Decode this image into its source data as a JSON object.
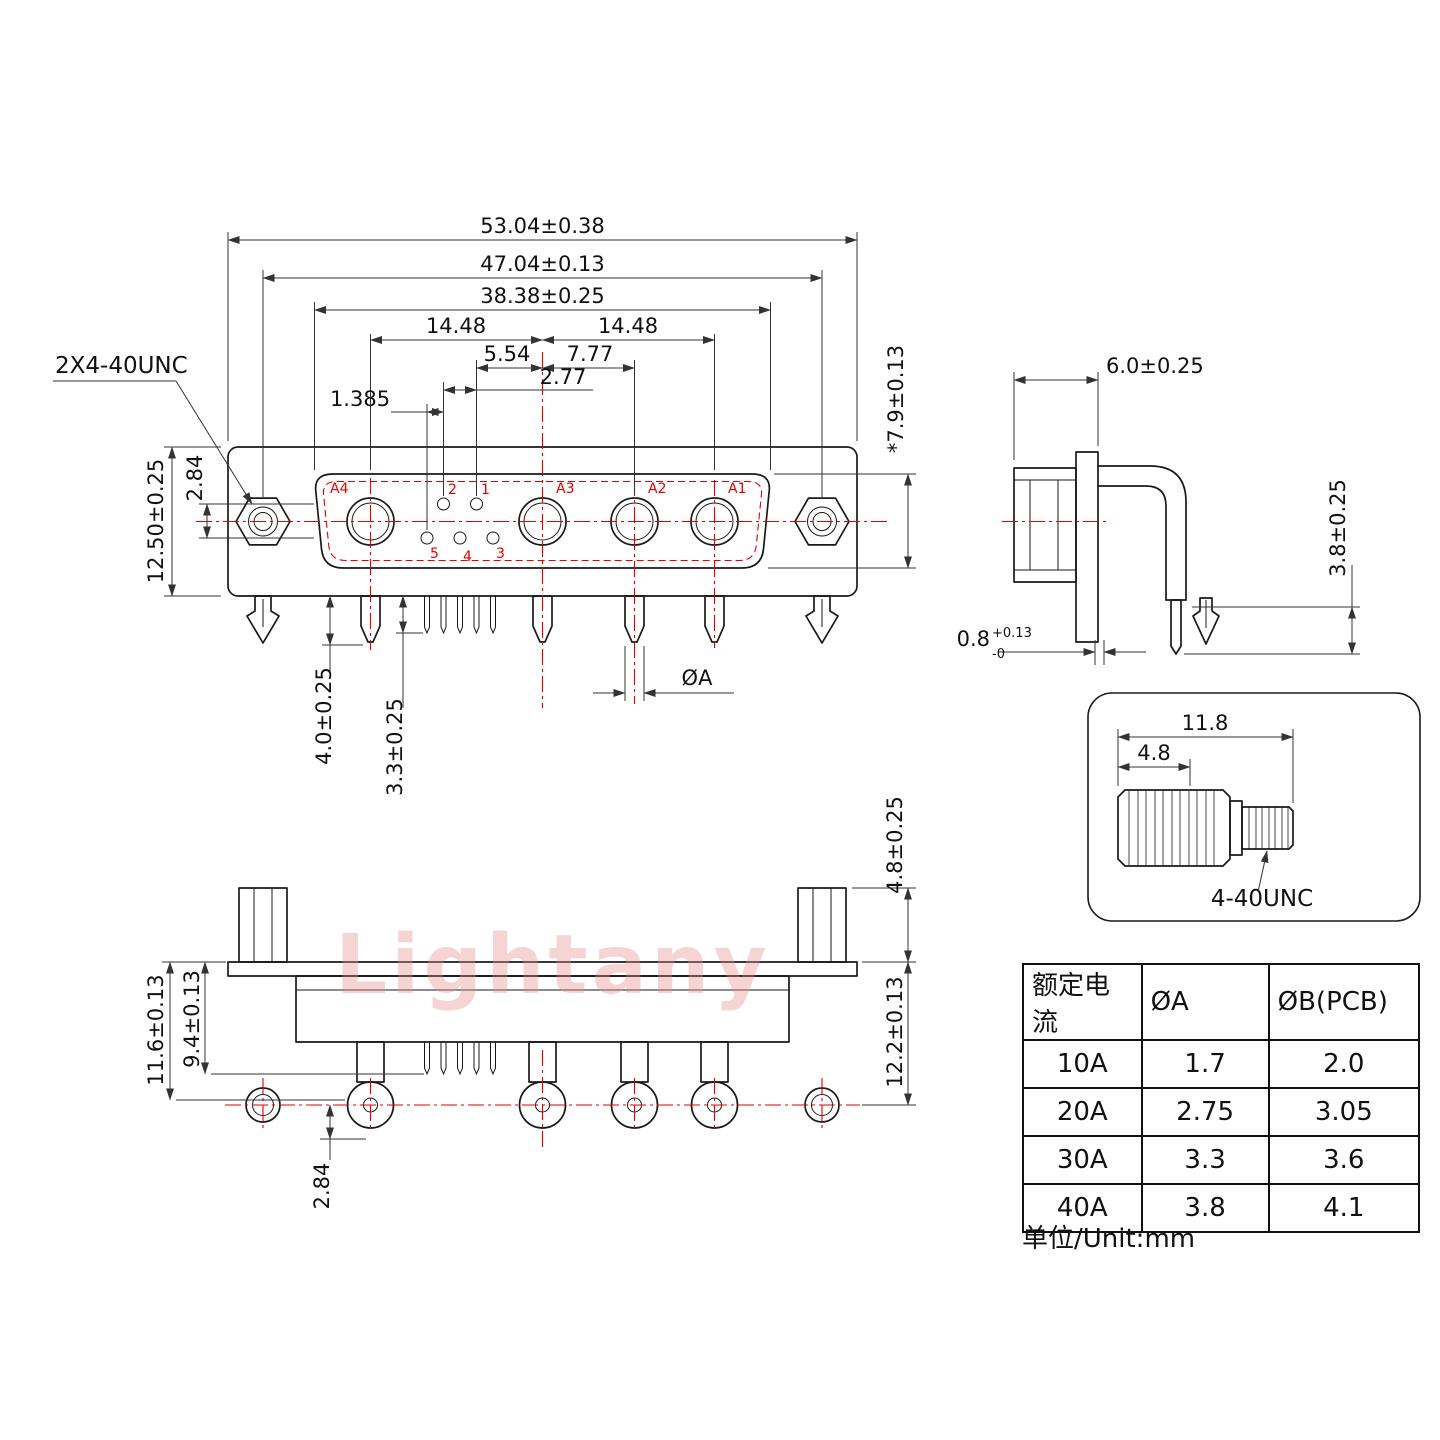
{
  "watermark": "Lightany",
  "front": {
    "thread_note": "2X4-40UNC",
    "dims": {
      "overall_width": "53.04±0.38",
      "mount_pitch": "47.04±0.13",
      "shell_width": "38.38±0.25",
      "pitch_left": "14.48",
      "pitch_right": "14.48",
      "pin_off_554": "5.54",
      "pin_off_777": "7.77",
      "pin_pitch_277": "2.77",
      "row_off_1385": "1.385",
      "flange_height": "12.50±0.25",
      "row_gap": "2.84",
      "shell_height": "*7.9±0.13",
      "peg_len": "4.0±0.25",
      "pin_len": "3.3±0.25",
      "pin_dia": "ØA"
    },
    "contact_labels": {
      "a1": "A1",
      "a2": "A2",
      "a3": "A3",
      "a4": "A4"
    },
    "pin_labels": {
      "p1": "1",
      "p2": "2",
      "p3": "3",
      "p4": "4",
      "p5": "5"
    }
  },
  "side": {
    "dims": {
      "depth": "6.0±0.25",
      "pin_proj": "3.8±0.25",
      "pcb_gap": "0.8",
      "pcb_gap_tol_up": "+0.13",
      "pcb_gap_tol_dn": "-0"
    }
  },
  "screw": {
    "dims": {
      "total_len": "11.8",
      "head_len": "4.8"
    },
    "thread_note": "4-40UNC"
  },
  "bottom": {
    "dims": {
      "nut_height": "4.8±0.25",
      "pin_row_depth": "11.6±0.13",
      "short_pin_depth": "9.4±0.13",
      "contact_row_depth": "12.2±0.13",
      "row_offset": "2.84"
    }
  },
  "table": {
    "headers": [
      "额定电流",
      "ØA",
      "ØB(PCB)"
    ],
    "rows": [
      [
        "10A",
        "1.7",
        "2.0"
      ],
      [
        "20A",
        "2.75",
        "3.05"
      ],
      [
        "30A",
        "3.3",
        "3.6"
      ],
      [
        "40A",
        "3.8",
        "4.1"
      ]
    ],
    "unit_note": "单位/Unit:mm"
  }
}
